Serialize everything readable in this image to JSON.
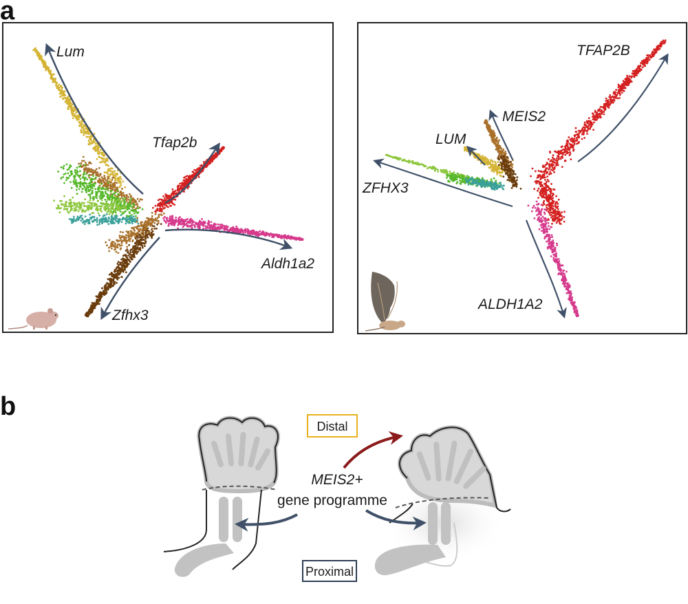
{
  "panels": {
    "a": "a",
    "b": "b"
  },
  "mouse_plot": {
    "labels": {
      "lum": "Lum",
      "tfap2b": "Tfap2b",
      "aldh1a2": "Aldh1a2",
      "zfhx3": "Zfhx3"
    },
    "icon": "mouse-icon"
  },
  "bat_plot": {
    "labels": {
      "tfap2b": "TFAP2B",
      "meis2": "MEIS2",
      "lum": "LUM",
      "zfhx3": "ZFHX3",
      "aldh1a2": "ALDH1A2"
    },
    "icon": "bat-icon"
  },
  "diagram_b": {
    "distal": "Distal",
    "proximal": "Proximal",
    "program_line1": "MEIS2+",
    "program_line2": "gene programme",
    "colors": {
      "distal_border": "#e8b21d",
      "proximal_border": "#2e3d54",
      "red_arrow": "#8b1a1a",
      "blue_arrow": "#3f5068",
      "limb_fill": "#d6d6d6",
      "bone_fill": "#b4b4b4"
    }
  },
  "colors": {
    "red": "#d42020",
    "magenta": "#d63a8c",
    "yellow": "#d4b434",
    "green": "#55b828",
    "lime": "#8cc63c",
    "teal": "#3aa09a",
    "brown": "#6a3c0c",
    "tan": "#a8702a",
    "arrow": "#3f5068"
  }
}
